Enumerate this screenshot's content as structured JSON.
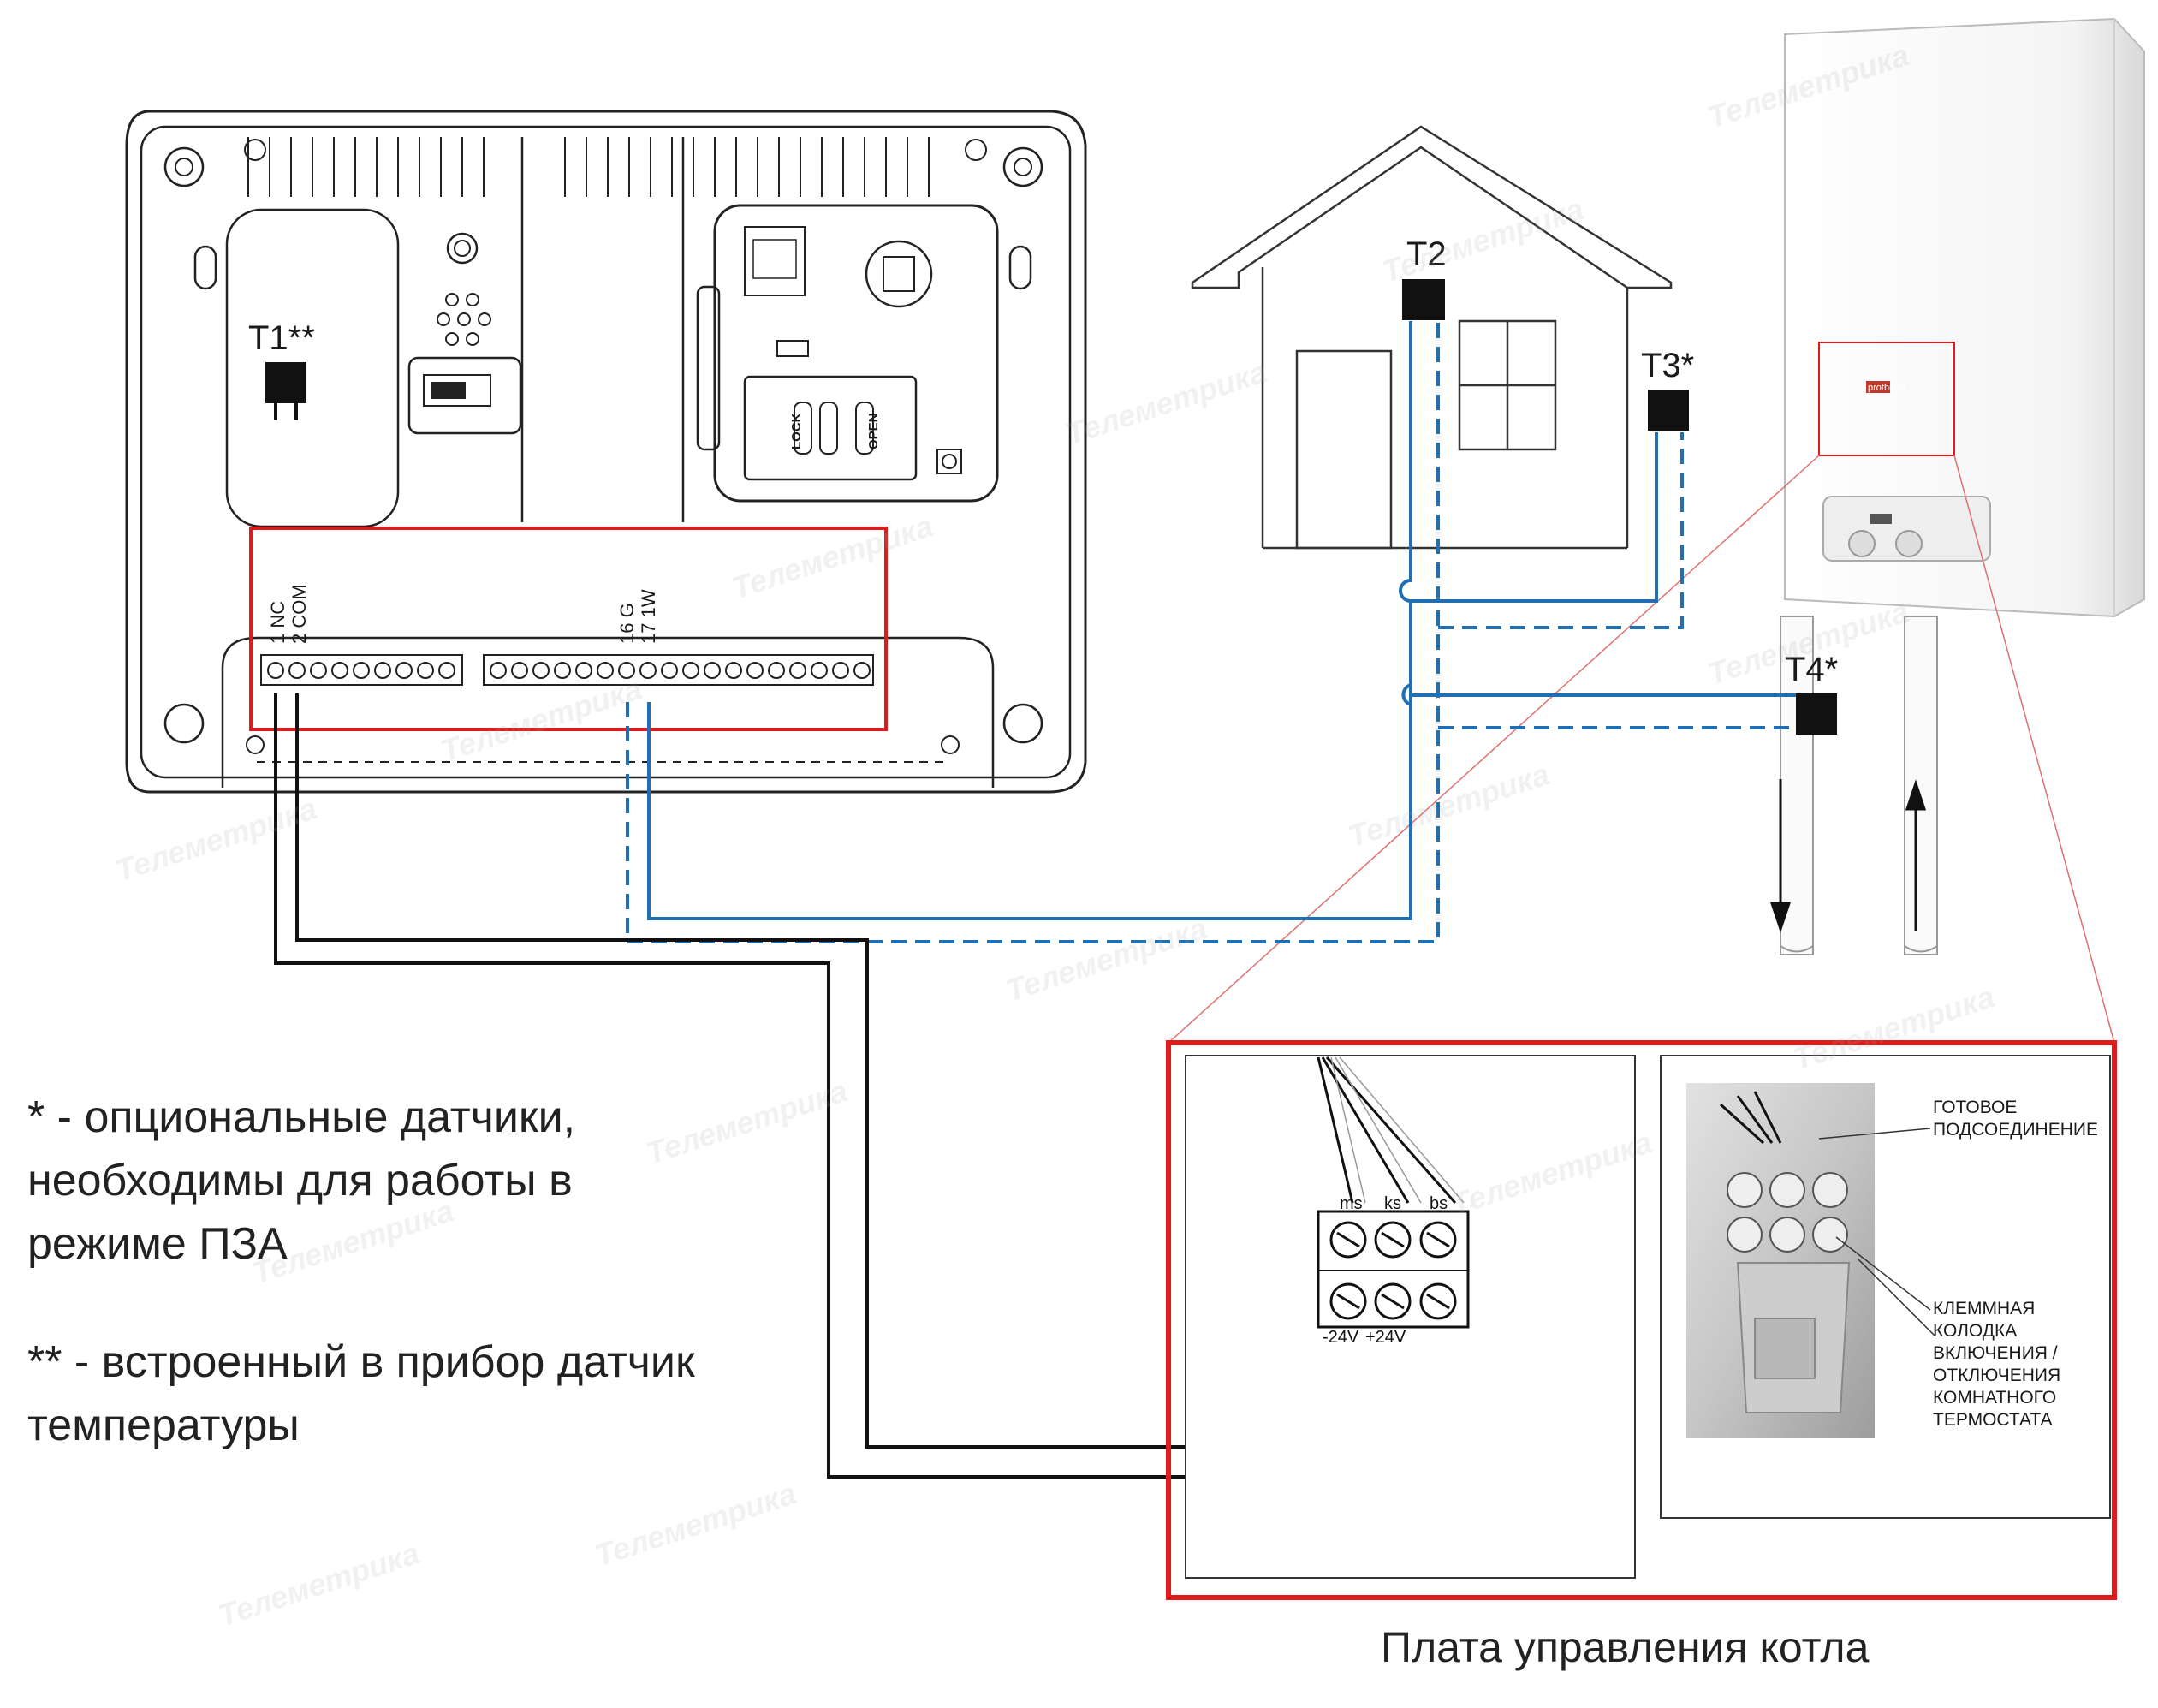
{
  "sensors": {
    "t1": "T1**",
    "t2": "T2",
    "t3": "T3*",
    "t4": "T4*"
  },
  "controller": {
    "terminal_1": "1 NC",
    "terminal_2": "2 COM",
    "terminal_16": "16 G",
    "terminal_17": "17 1W",
    "sim_lock": "LOCK",
    "sim_open": "OPEN"
  },
  "boiler": {
    "brand": "protherm"
  },
  "board": {
    "term_ms": "ms",
    "term_ks": "ks",
    "term_bs": "bs",
    "volt_minus": "-24V",
    "volt_plus": "+24V",
    "ready_connection": [
      "ГОТОВОЕ",
      "ПОДСОЕДИНЕНИЕ"
    ],
    "terminal_block": [
      "КЛЕММНАЯ",
      "КОЛОДКА",
      "ВКЛЮЧЕНИЯ /",
      "ОТКЛЮЧЕНИЯ",
      "КОМНАТНОГО",
      "ТЕРМОСТАТА"
    ]
  },
  "notes": {
    "optional_1": "* - опциональные датчики,",
    "optional_2": "необходимы для работы в",
    "optional_3": "режиме ПЗА",
    "builtin_1": "** - встроенный в прибор датчик",
    "builtin_2": "температуры"
  },
  "caption": "Плата управления котла",
  "watermark": "Телеметрика",
  "colors": {
    "wire_blue": "#1f6fb2",
    "highlight_red": "#e01b1b",
    "line": "#222222"
  }
}
